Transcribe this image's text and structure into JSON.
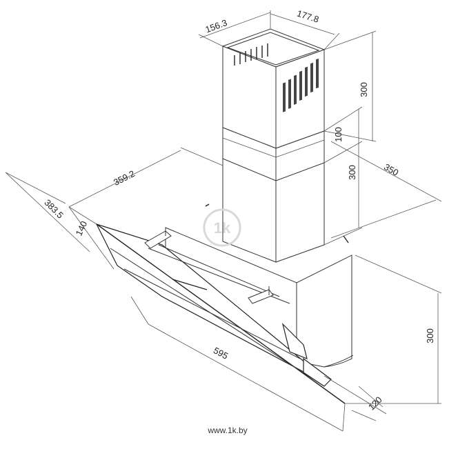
{
  "dimensions": {
    "chimney_depth": "156.3",
    "chimney_width": "177.8",
    "upper_chimney_height": "300",
    "chimney_overlap": "100",
    "lower_chimney_height": "300",
    "body_depth": "350",
    "top_width": "359.2",
    "glass_diagonal": "383.5",
    "glass_step": "140",
    "body_width": "595",
    "body_height": "300",
    "bottom_depth": "120"
  },
  "watermark": "1k",
  "footer": "www.1k.by",
  "colors": {
    "line": "#333333",
    "background": "#ffffff",
    "watermark": "#d9d9d9"
  }
}
